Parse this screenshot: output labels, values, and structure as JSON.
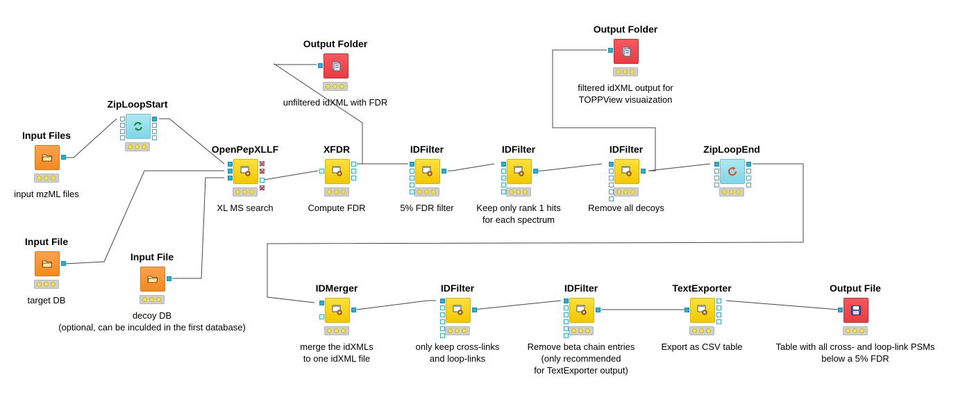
{
  "nodes": {
    "input_files": {
      "title": "Input Files",
      "caption": "input mzML files"
    },
    "zip_loop_start": {
      "title": "ZipLoopStart",
      "caption": ""
    },
    "input_file_target": {
      "title": "Input File",
      "caption": "target DB"
    },
    "input_file_decoy": {
      "title": "Input File",
      "caption": "decoy DB\n(optional, can be inculded in the first database)"
    },
    "openpepxllf": {
      "title": "OpenPepXLLF",
      "caption": "XL MS search"
    },
    "output_folder_1": {
      "title": "Output Folder",
      "caption": "unfiltered idXML with FDR"
    },
    "xfdr": {
      "title": "XFDR",
      "caption": "Compute FDR"
    },
    "idfilter_1": {
      "title": "IDFilter",
      "caption": "5% FDR filter"
    },
    "idfilter_2": {
      "title": "IDFilter",
      "caption": "Keep only rank 1 hits\nfor each spectrum"
    },
    "idfilter_3": {
      "title": "IDFilter",
      "caption": "Remove all decoys"
    },
    "output_folder_2": {
      "title": "Output Folder",
      "caption": "filtered idXML output for\nTOPPView visuaization"
    },
    "zip_loop_end": {
      "title": "ZipLoopEnd",
      "caption": ""
    },
    "idmerger": {
      "title": "IDMerger",
      "caption": "merge the idXMLs\nto one idXML file"
    },
    "idfilter_4": {
      "title": "IDFilter",
      "caption": "only keep cross-links\nand loop-links"
    },
    "idfilter_5": {
      "title": "IDFilter",
      "caption": "Remove beta chain entries\n(only recommended\nfor TextExporter output)"
    },
    "text_exporter": {
      "title": "TextExporter",
      "caption": "Export as CSV table"
    },
    "output_file": {
      "title": "Output File",
      "caption": "Table with all cross- and loop-link PSMs\nbelow a 5% FDR"
    }
  },
  "colors": {
    "manipulator": "#f6cf10",
    "source": "#f7941d",
    "sink": "#ee4146",
    "loop": "#8fdceb",
    "port": "#2aaed4",
    "status_dot": "#f6e34a"
  },
  "icons": {
    "manipulator": "gear-window-icon",
    "source": "folder-open-icon",
    "sink_folder": "folder-files-icon",
    "sink_file": "floppy-disk-icon",
    "loop_start": "loop-arrows-icon",
    "loop_end": "loop-end-icon"
  }
}
